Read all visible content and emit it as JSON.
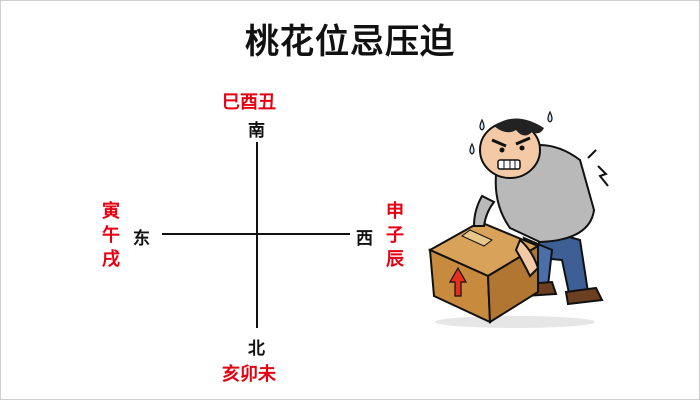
{
  "title": "桃花位忌压迫",
  "directions": {
    "south": "南",
    "north": "北",
    "east": "东",
    "west": "西"
  },
  "branches": {
    "south": "巳酉丑",
    "north": "亥卯未",
    "east": [
      "寅",
      "午",
      "戌"
    ],
    "west": [
      "申",
      "子",
      "辰"
    ]
  },
  "colors": {
    "accent": "#e60012",
    "text": "#111111",
    "box": "#c88a3c",
    "arrow": "#e53020"
  },
  "illustration": "man-lifting-box-icon"
}
